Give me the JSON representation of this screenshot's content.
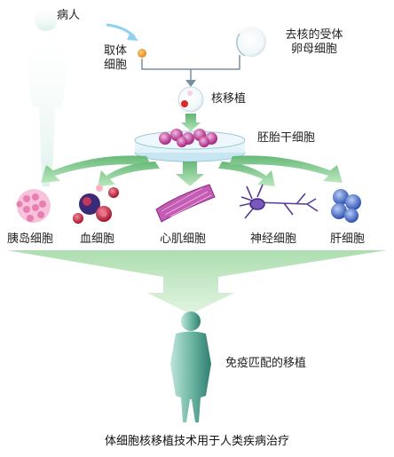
{
  "labels": {
    "patient": "病人",
    "donor_cell_line1": "取体",
    "donor_cell_line2": "细胞",
    "egg_line1": "去核的受体",
    "egg_line2": "卵母细胞",
    "nuclear_transfer": "核移植",
    "embryonic_stem": "胚胎干细胞",
    "islet": "胰岛细胞",
    "blood": "血细胞",
    "cardiac": "心肌细胞",
    "neuron": "神经细胞",
    "liver": "肝细胞",
    "immune_match": "免疫匹配的移植"
  },
  "caption": "体细胞核移植技术用于人类疾病治疗",
  "colors": {
    "arrow_green": "#9fd9a0",
    "arrow_dark": "#5fb672",
    "body": "#6fb7a4",
    "donor_cell": "#f5a623",
    "stem_cells": "#c0349a",
    "dish": "#d7eef6",
    "islet": "#f2a4c8",
    "blood": "#c8223a",
    "cardiac": "#b44aa6",
    "neuron": "#6f4aa8",
    "liver": "#3f68c8"
  },
  "icons": [
    "human-figure-icon",
    "donor-cell-icon",
    "egg-cell-icon",
    "fused-cell-icon",
    "petri-dish-icon",
    "islet-cell-icon",
    "blood-cell-icon",
    "cardiac-cell-icon",
    "neuron-icon",
    "liver-cell-icon"
  ]
}
